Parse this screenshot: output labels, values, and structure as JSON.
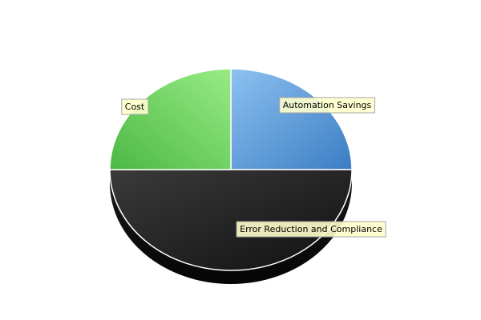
{
  "chart_data": {
    "type": "pie",
    "style": "3d",
    "categories": [
      "Automation Savings",
      "Error Reduction and Compliance",
      "Cost"
    ],
    "values": [
      25,
      50,
      25
    ],
    "colors": [
      "#5b9bd5",
      "#1c1c1c",
      "#66cc55"
    ],
    "legend": "none",
    "labels_shown": true
  }
}
